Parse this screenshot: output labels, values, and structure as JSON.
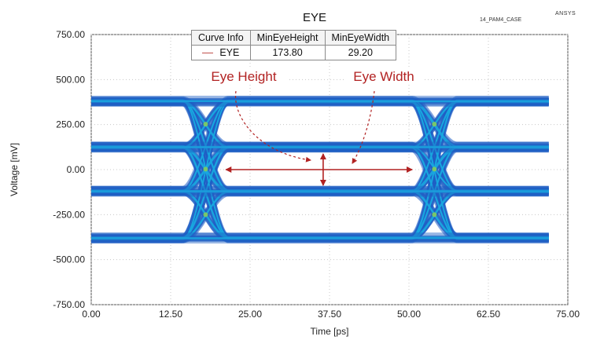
{
  "header": {
    "title": "EYE",
    "case_label": "14_PAM4_CASE",
    "brand": "ANSYS"
  },
  "info_table": {
    "columns": [
      "Curve Info",
      "MinEyeHeight",
      "MinEyeWidth"
    ],
    "row": {
      "curve": "EYE",
      "min_eye_height": "173.80",
      "min_eye_width": "29.20"
    },
    "swatch_color": "#c0504d"
  },
  "annotations": {
    "eye_height": "Eye Height",
    "eye_width": "Eye Width",
    "color": "#b22222"
  },
  "chart_data": {
    "type": "eye-diagram",
    "title": "EYE",
    "xlabel": "Time [ps]",
    "ylabel": "Voltage [mV]",
    "xlim": [
      0,
      75
    ],
    "ylim": [
      -750,
      750
    ],
    "x_ticks": [
      "0.00",
      "12.50",
      "25.00",
      "37.50",
      "50.00",
      "62.50",
      "75.00"
    ],
    "y_ticks": [
      "750.00",
      "500.00",
      "250.00",
      "0.00",
      "-250.00",
      "-500.00",
      "-750.00"
    ],
    "grid": true,
    "signal_levels": [
      380,
      125,
      -120,
      -380
    ],
    "time_span": [
      0,
      72
    ],
    "crossings": [
      18,
      54
    ],
    "colors": {
      "trace_dense": "#1f5fc4",
      "trace_mid": "#1aa8e0",
      "trace_hot": "#8fd14f",
      "eye_marker": "#b22222"
    },
    "eye_width_marker": {
      "x_from": 21.2,
      "x_to": 50.5,
      "y": 0
    },
    "eye_height_marker": {
      "x": 36.5,
      "y_from": -87,
      "y_to": 87
    },
    "series": [
      {
        "name": "EYE",
        "min_eye_height": 173.8,
        "min_eye_width": 29.2
      }
    ]
  }
}
